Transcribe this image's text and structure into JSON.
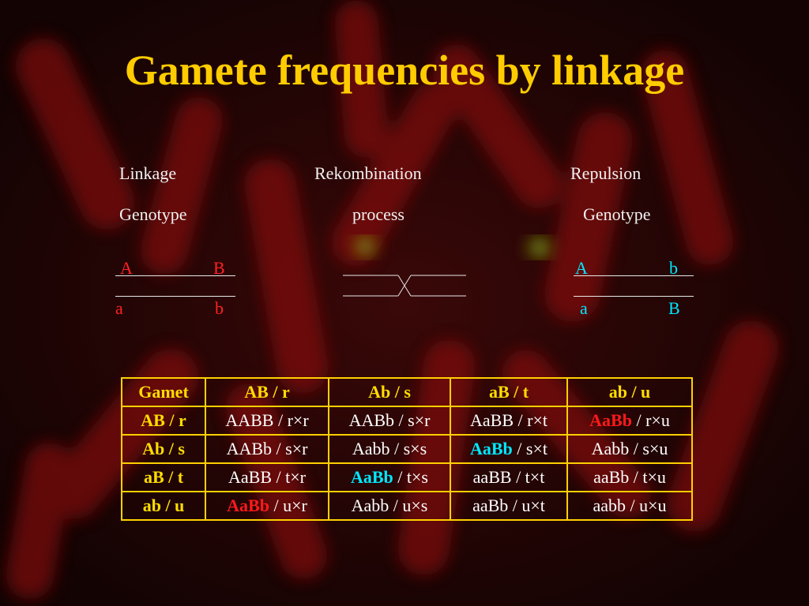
{
  "title": "Gamete frequencies by linkage",
  "colors": {
    "title": "#ffcc00",
    "red_allele": "#ff2222",
    "cyan_allele": "#00e8ff",
    "table_border": "#ffd000"
  },
  "linkage": {
    "line1": "Linkage",
    "line2": "Genotype",
    "top_left": "A",
    "top_right": "B",
    "bottom_left": "a",
    "bottom_right": "b"
  },
  "recombination": {
    "line1": "Rekombination",
    "line2": "process"
  },
  "repulsion": {
    "line1": "Repulsion",
    "line2": "Genotype",
    "top_left": "A",
    "top_right": "b",
    "bottom_left": "a",
    "bottom_right": "B"
  },
  "table": {
    "corner": "Gamet",
    "columns": [
      "AB / r",
      "Ab / s",
      "aB / t",
      "ab / u"
    ],
    "rows": [
      {
        "header": "AB / r",
        "cells": [
          {
            "geno": "AABB",
            "rest": " / r×r",
            "hl": ""
          },
          {
            "geno": "AABb",
            "rest": " / s×r",
            "hl": ""
          },
          {
            "geno": "AaBB",
            "rest": " / r×t",
            "hl": ""
          },
          {
            "geno": "AaBb",
            "rest": " / r×u",
            "hl": "red"
          }
        ]
      },
      {
        "header": "Ab / s",
        "cells": [
          {
            "geno": "AABb",
            "rest": " / s×r",
            "hl": ""
          },
          {
            "geno": "Aabb",
            "rest": " / s×s",
            "hl": ""
          },
          {
            "geno": "AaBb",
            "rest": " / s×t",
            "hl": "cyan"
          },
          {
            "geno": "Aabb",
            "rest": " / s×u",
            "hl": ""
          }
        ]
      },
      {
        "header": "aB / t",
        "cells": [
          {
            "geno": "AaBB",
            "rest": " / t×r",
            "hl": ""
          },
          {
            "geno": "AaBb",
            "rest": " / t×s",
            "hl": "cyan"
          },
          {
            "geno": "aaBB",
            "rest": " / t×t",
            "hl": ""
          },
          {
            "geno": "aaBb",
            "rest": " / t×u",
            "hl": ""
          }
        ]
      },
      {
        "header": "ab / u",
        "cells": [
          {
            "geno": "AaBb",
            "rest": " / u×r",
            "hl": "red"
          },
          {
            "geno": "Aabb",
            "rest": " / u×s",
            "hl": ""
          },
          {
            "geno": "aaBb",
            "rest": " / u×t",
            "hl": ""
          },
          {
            "geno": "aabb",
            "rest": " / u×u",
            "hl": ""
          }
        ]
      }
    ]
  }
}
